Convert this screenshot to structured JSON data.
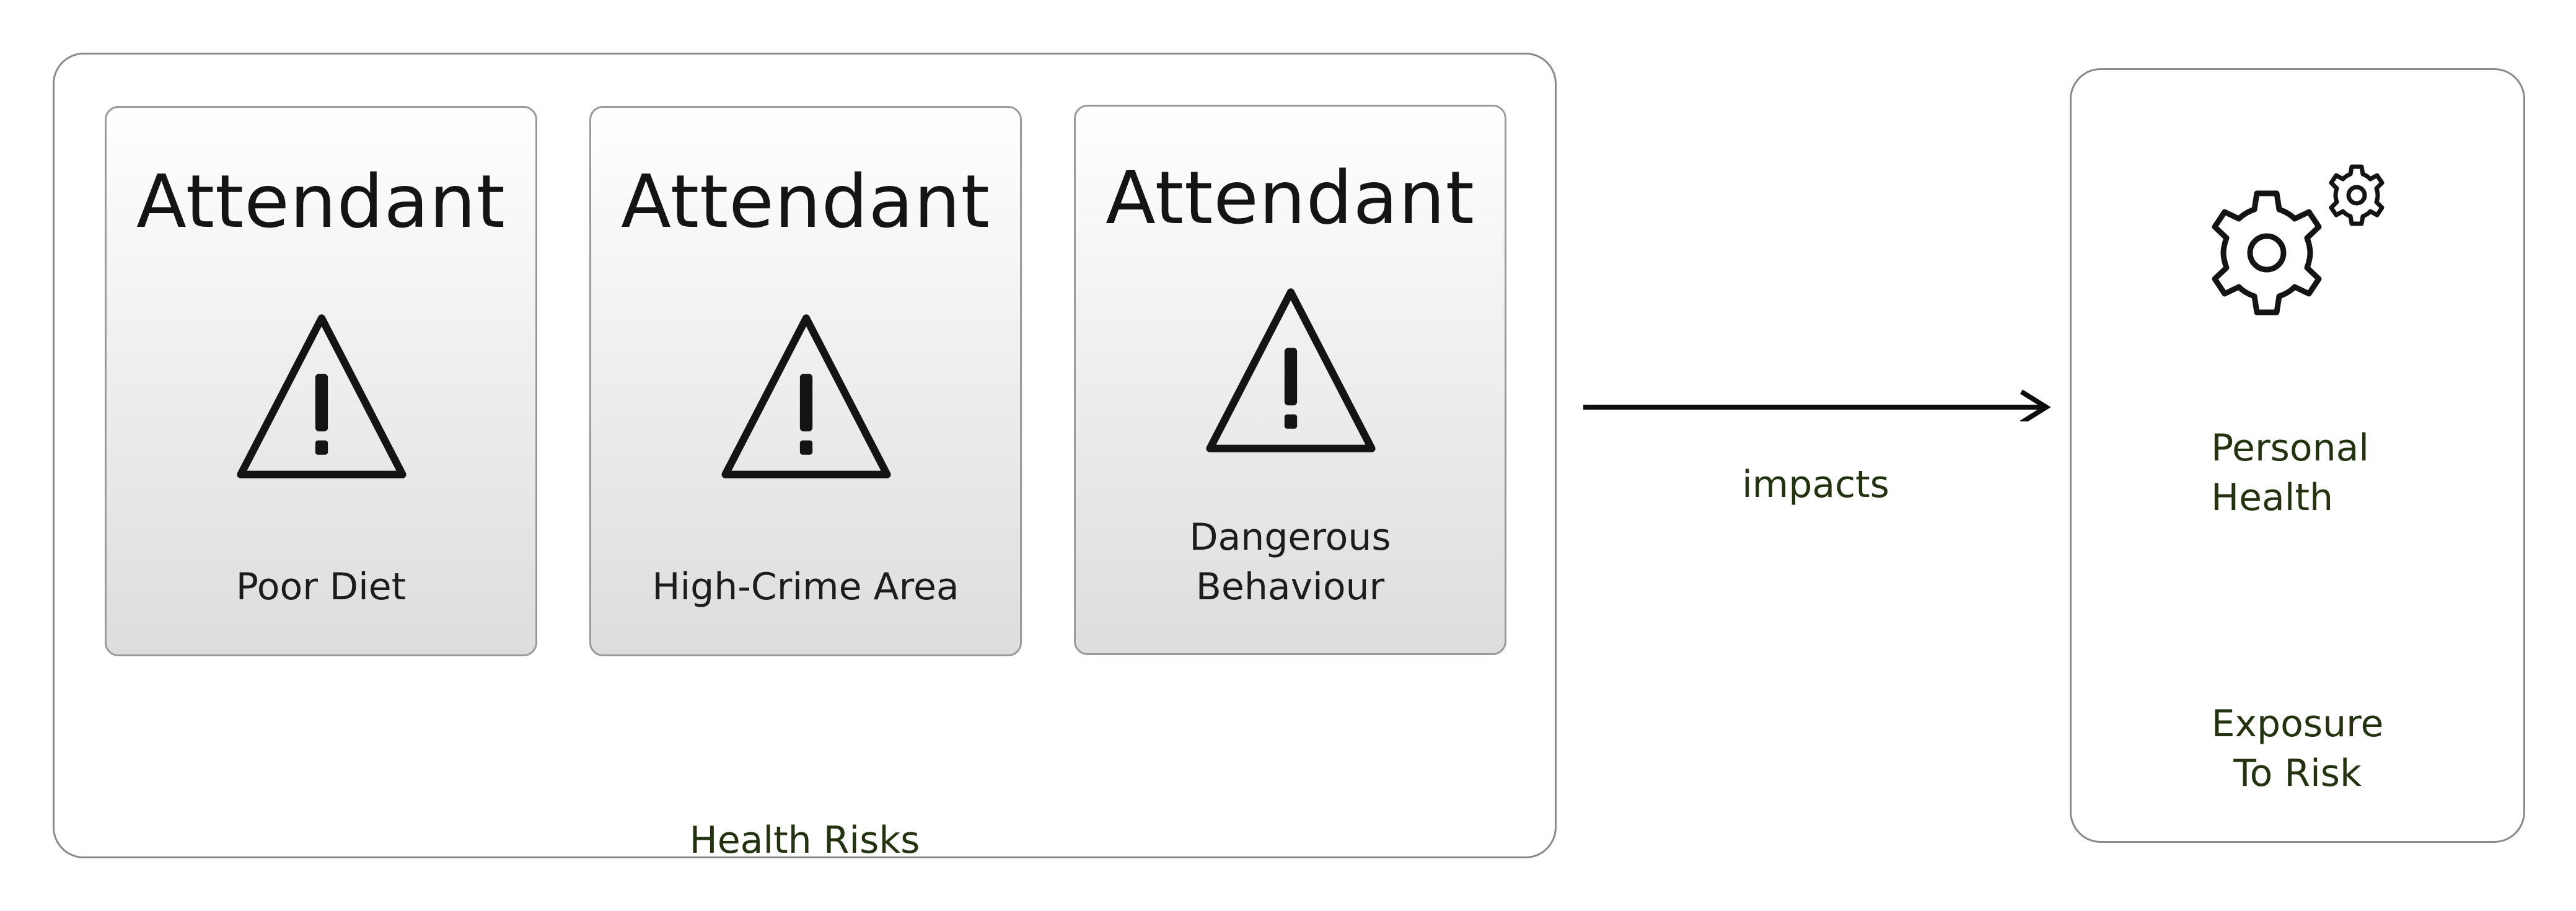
{
  "group": {
    "label": "Health Risks",
    "cards": [
      {
        "title": "Attendant",
        "icon": "warning-icon",
        "label": "Poor Diet"
      },
      {
        "title": "Attendant",
        "icon": "warning-icon",
        "label": "High-Crime Area"
      },
      {
        "title": "Attendant",
        "icon": "warning-icon",
        "label": "Dangerous\nBehaviour"
      }
    ]
  },
  "relation": {
    "label": "impacts"
  },
  "target": {
    "icon": "gears-icon",
    "title": "Personal\nHealth",
    "subtitle": "Exposure\nTo Risk"
  },
  "colors": {
    "border": "#8a8a8a",
    "text_dark": "#141414",
    "text_label": "#24330f"
  }
}
